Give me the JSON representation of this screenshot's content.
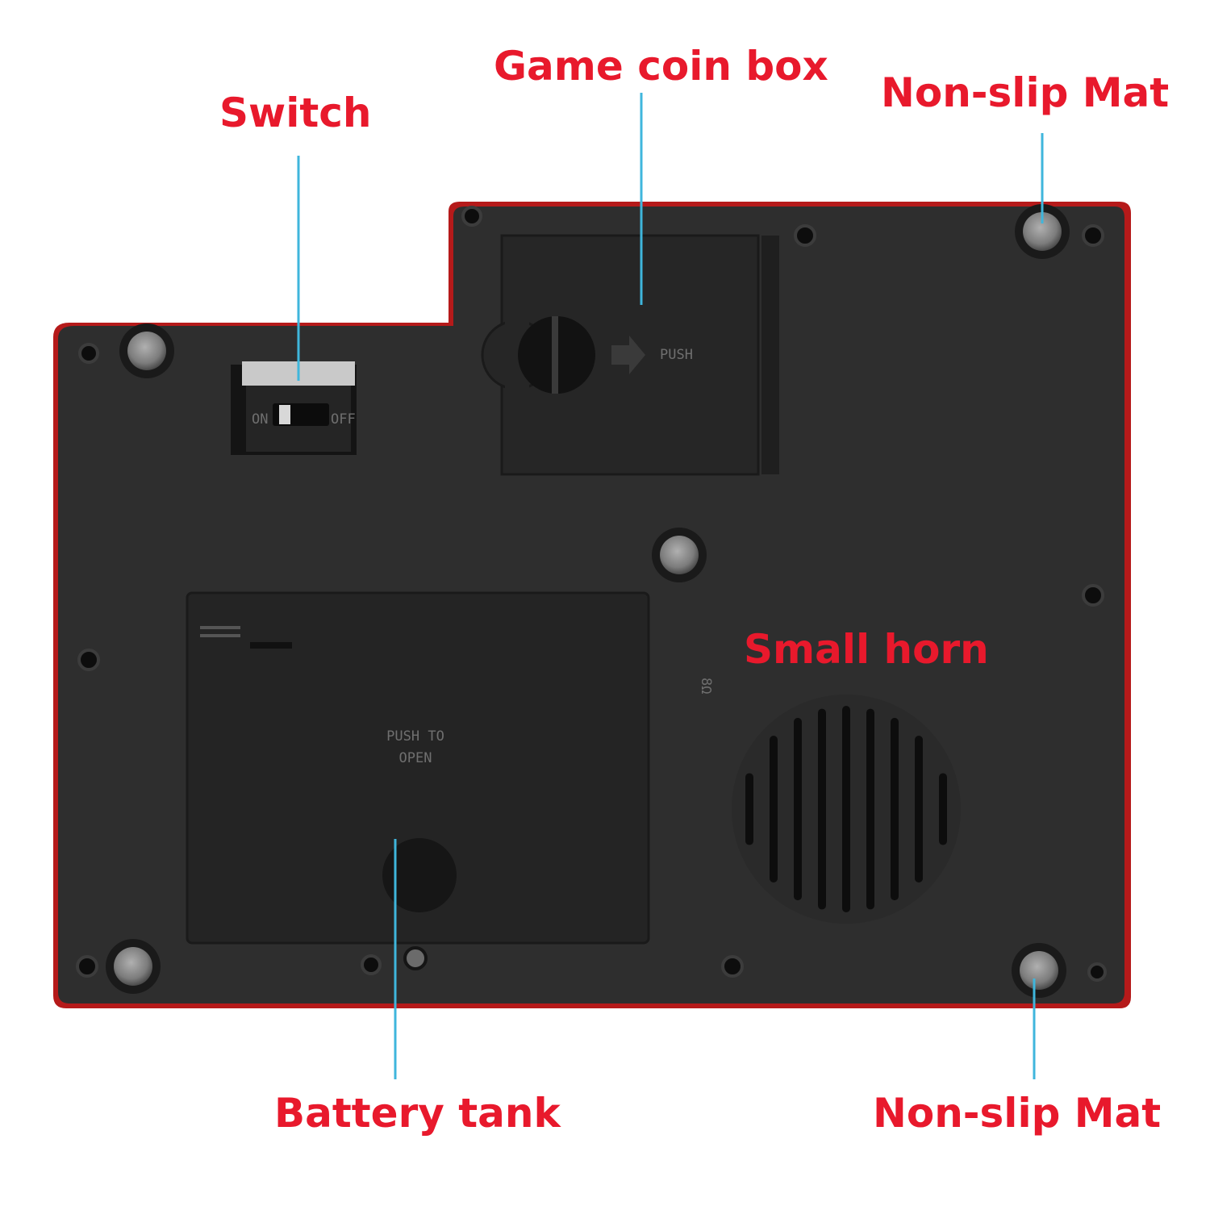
{
  "labels": {
    "switch": "Switch",
    "game_coin_box": "Game coin box",
    "non_slip_mat_top": "Non-slip Mat",
    "small_horn": "Small horn",
    "battery_tank": "Battery tank",
    "non_slip_mat_bottom": "Non-slip Mat"
  },
  "device_markings": {
    "battery_door_line1": "PUSH TO",
    "battery_door_line2": "OPEN",
    "switch_on": "ON",
    "switch_off": "OFF",
    "coin_door_arrow": "PUSH",
    "speaker_mark": "8Ω"
  },
  "colors": {
    "label_text": "#e8192c",
    "leader_line": "#3fb6dc",
    "device_body": "#2e2e2e",
    "device_edge": "#b51a1a"
  }
}
